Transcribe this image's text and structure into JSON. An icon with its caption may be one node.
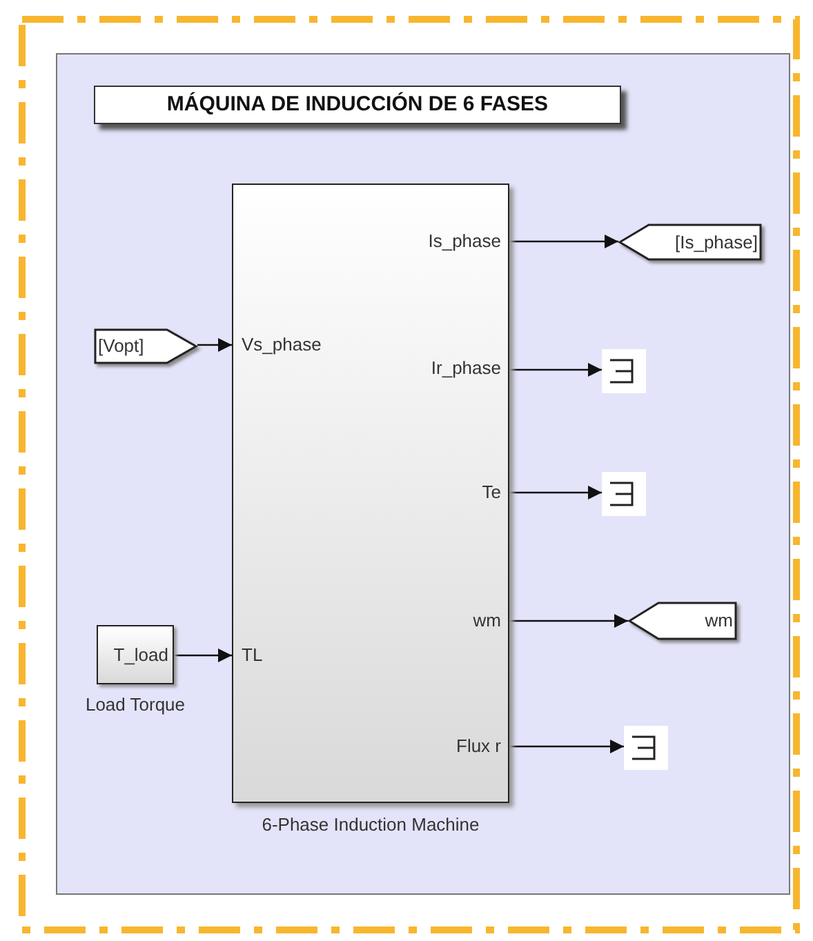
{
  "diagram": {
    "title": "MÁQUINA DE INDUCCIÓN DE 6 FASES",
    "nodes": [
      {
        "text": [
          "Is_phase",
          "Vs_phase",
          "Ir_phase",
          "Te",
          "wm",
          "TL",
          "Flux r"
        ],
        "beside": [
          "6-Phase Induction Machine"
        ]
      },
      {
        "text": [
          "[Vopt]"
        ]
      },
      {
        "text": [
          "T_load"
        ],
        "beside": [
          "Load Torque"
        ]
      },
      {
        "text": [
          "[Is_phase]"
        ]
      },
      {
        "text": [],
        "shape": "box"
      },
      {
        "text": [],
        "shape": "box"
      },
      {
        "text": [
          "wm"
        ]
      },
      {
        "text": [],
        "shape": "box"
      }
    ],
    "edges": [
      {
        "from": 1,
        "to": 0,
        "arrow": "to"
      },
      {
        "from": 2,
        "to": 0,
        "arrow": "to"
      },
      {
        "from": 0,
        "to": 3,
        "arrow": "to"
      },
      {
        "from": 0,
        "to": 4,
        "arrow": "to"
      },
      {
        "from": 0,
        "to": 5,
        "arrow": "to"
      },
      {
        "from": 0,
        "to": 6,
        "arrow": "to"
      },
      {
        "from": 0,
        "to": 7,
        "arrow": "to"
      }
    ]
  }
}
